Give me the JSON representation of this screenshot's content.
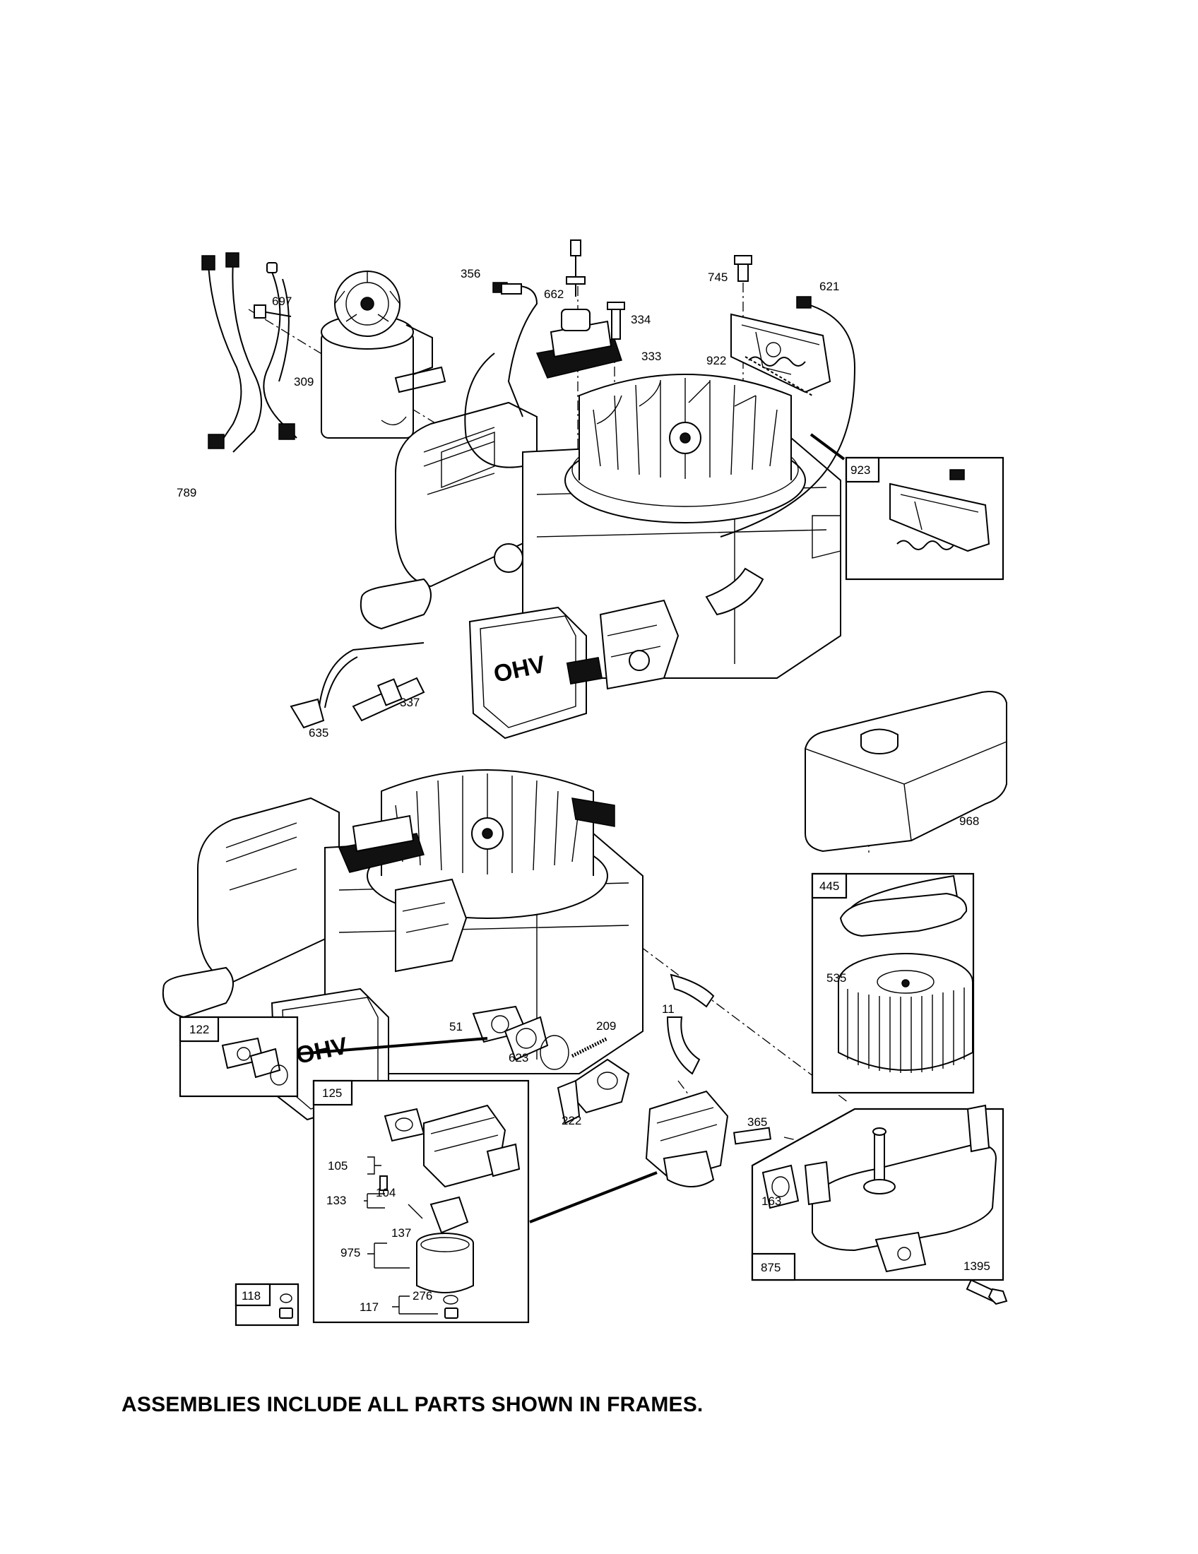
{
  "footer_note": "ASSEMBLIES INCLUDE ALL PARTS SHOWN IN FRAMES.",
  "engine_cover_text": "OHV",
  "callouts": {
    "c697": "697",
    "c309": "309",
    "c356": "356",
    "c662": "662",
    "c334": "334",
    "c333": "333",
    "c745": "745",
    "c621": "621",
    "c922": "922",
    "c789": "789",
    "c923": "923",
    "c337": "337",
    "c635": "635",
    "c968": "968",
    "c445": "445",
    "c535": "535",
    "c11": "11",
    "c51": "51",
    "c209": "209",
    "c623": "623",
    "c122": "122",
    "c222": "222",
    "c125": "125",
    "c365": "365",
    "c105": "105",
    "c163": "163",
    "c104": "104",
    "c133": "133",
    "c137": "137",
    "c975": "975",
    "c875": "875",
    "c1395": "1395",
    "c118": "118",
    "c276": "276",
    "c117": "117"
  }
}
